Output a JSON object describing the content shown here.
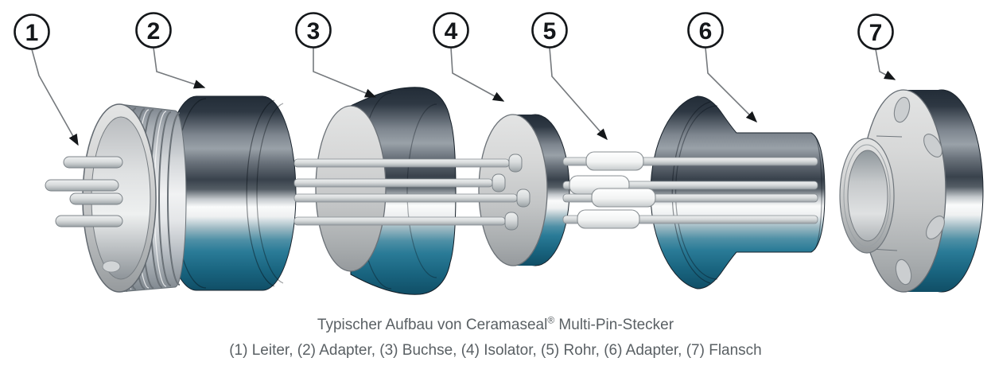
{
  "figure": {
    "type": "exploded-view-technical-diagram",
    "callouts": [
      {
        "num": "1",
        "label": "Leiter"
      },
      {
        "num": "2",
        "label": "Adapter"
      },
      {
        "num": "3",
        "label": "Buchse"
      },
      {
        "num": "4",
        "label": "Isolator"
      },
      {
        "num": "5",
        "label": "Rohr"
      },
      {
        "num": "6",
        "label": "Adapter"
      },
      {
        "num": "7",
        "label": "Flansch"
      }
    ],
    "caption": {
      "title_prefix": "Typischer Aufbau von Ceramaseal",
      "registered_mark": "®",
      "title_suffix": " Multi-Pin-Stecker",
      "parts_line": "(1) Leiter, (2) Adapter, (3) Buchse, (4) Isolator, (5) Rohr, (6) Adapter, (7) Flansch"
    },
    "colors": {
      "steel_dark_navy": "#232d39",
      "steel_teal": "#1e7190",
      "steel_highlight": "#ffffff",
      "face_silver": "#d6d8d9",
      "caption_text": "#5a6064",
      "leader_line": "#75797d",
      "callout_stroke": "#14171a"
    }
  }
}
